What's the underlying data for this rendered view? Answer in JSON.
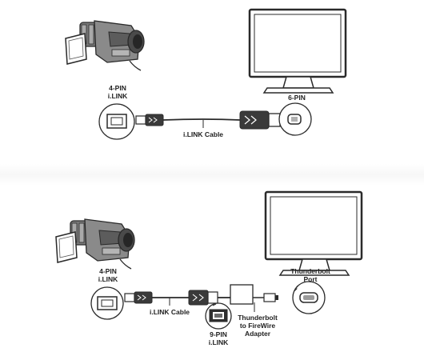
{
  "top_diagram": {
    "camcorder_port_label_line1": "4-PIN",
    "camcorder_port_label_line2": "i.LINK",
    "monitor_port_label": "6-PIN",
    "cable_label": "i.LINK Cable"
  },
  "bottom_diagram": {
    "camcorder_port_label_line1": "4-PIN",
    "camcorder_port_label_line2": "i.LINK",
    "cable_label": "i.LINK Cable",
    "middle_port_label_line1": "9-PIN",
    "middle_port_label_line2": "i.LINK",
    "adapter_label_line1": "Thunderbolt",
    "adapter_label_line2": "to FireWire",
    "adapter_label_line3": "Adapter",
    "monitor_port_label_line1": "Thunderbolt",
    "monitor_port_label_line2": "Port"
  },
  "icons": {
    "camcorder": "camcorder-icon",
    "monitor": "monitor-icon",
    "port_closeup": "port-closeup-icon",
    "cable_plug": "cable-plug-icon",
    "adapter": "adapter-icon"
  },
  "colors": {
    "line": "#2a2a2a",
    "body": "#6e6e6e",
    "screen": "#ffffff",
    "background": "#ffffff"
  }
}
